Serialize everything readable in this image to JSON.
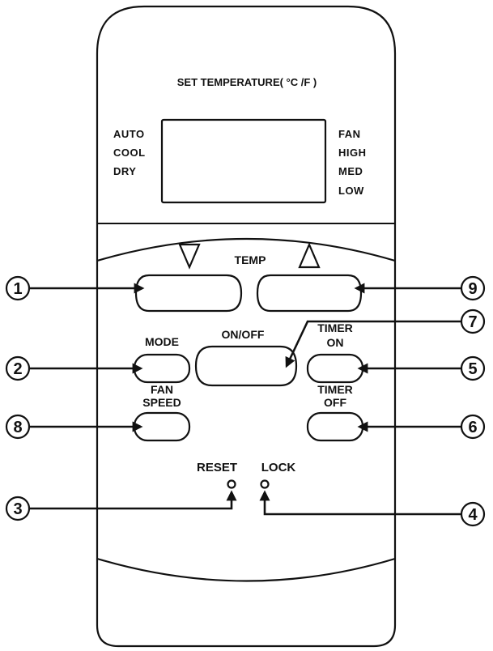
{
  "header": {
    "title": "SET TEMPERATURE( °C /F )"
  },
  "display": {
    "left_modes": [
      "AUTO",
      "COOL",
      "DRY"
    ],
    "right_modes": [
      "FAN",
      "HIGH",
      "MED",
      "LOW"
    ]
  },
  "buttons": {
    "temp": "TEMP",
    "on_off": "ON/OFF",
    "mode": "MODE",
    "fan_speed": [
      "FAN",
      "SPEED"
    ],
    "timer_on": [
      "TIMER",
      "ON"
    ],
    "timer_off": [
      "TIMER",
      "OFF"
    ],
    "reset": "RESET",
    "lock": "LOCK"
  },
  "callouts": {
    "c1": "1",
    "c2": "2",
    "c3": "3",
    "c4": "4",
    "c5": "5",
    "c6": "6",
    "c7": "7",
    "c8": "8",
    "c9": "9"
  },
  "icons": [
    "temp-down-triangle-icon",
    "temp-up-triangle-icon"
  ],
  "colors": {
    "line": "#111111",
    "background": "#ffffff"
  }
}
